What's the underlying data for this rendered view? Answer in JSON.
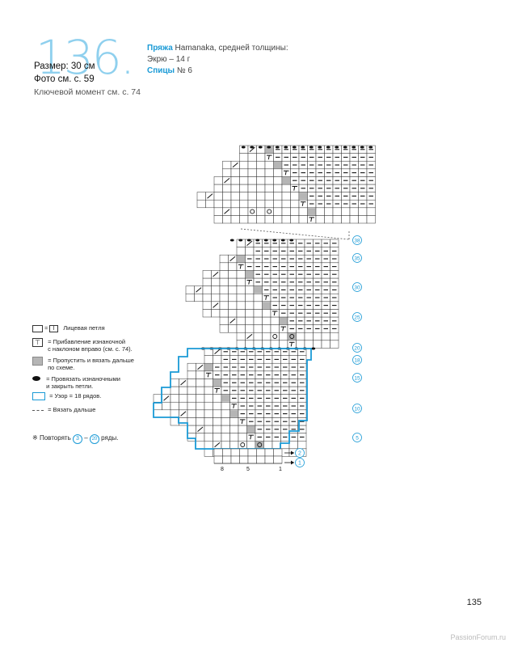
{
  "pattern": {
    "number": "136.",
    "size": "Размер: 30 см",
    "photo": "Фото см. с. 59",
    "key_moment": "Ключевой момент см. с. 74"
  },
  "yarn": {
    "label": "Пряжа",
    "brand": " Hamanaka, средней толщины:",
    "color": "Экрю – 14 г",
    "needles_label": "Спицы",
    "needles_value": " № 6"
  },
  "chart": {
    "right_numbers": [
      "38",
      "35",
      "30",
      "25",
      "20",
      "18",
      "15",
      "10",
      "5"
    ],
    "row_arrows": [
      "2",
      "1"
    ],
    "bottom_numbers": [
      "8",
      "5",
      "1"
    ]
  },
  "legend": {
    "knit": "Лицевая петля",
    "knit_box_symbol": "I",
    "inc_line1": "= Прибавление изнаночной",
    "inc_line2": "с наклоном вправо (см. с. 74).",
    "skip_line1": "= Пропустить и вязать дальше",
    "skip_line2": "по схеме.",
    "bind_line1": "= Провязать изнаночными",
    "bind_line2": "и закрыть петли.",
    "pattern_repeat": "= Узор = 18 рядов.",
    "continue": "= Вязать дальше",
    "repeat_note_prefix": "Повторять",
    "repeat_from": "3",
    "repeat_dash": "–",
    "repeat_to": "20",
    "repeat_note_suffix": "ряды."
  },
  "page_number": "135",
  "watermark": "PassionForum.ru",
  "colors": {
    "accent": "#1a9ad6",
    "number": "#8fd0ee",
    "grid": "#333333",
    "skip": "#b5b5b5"
  }
}
